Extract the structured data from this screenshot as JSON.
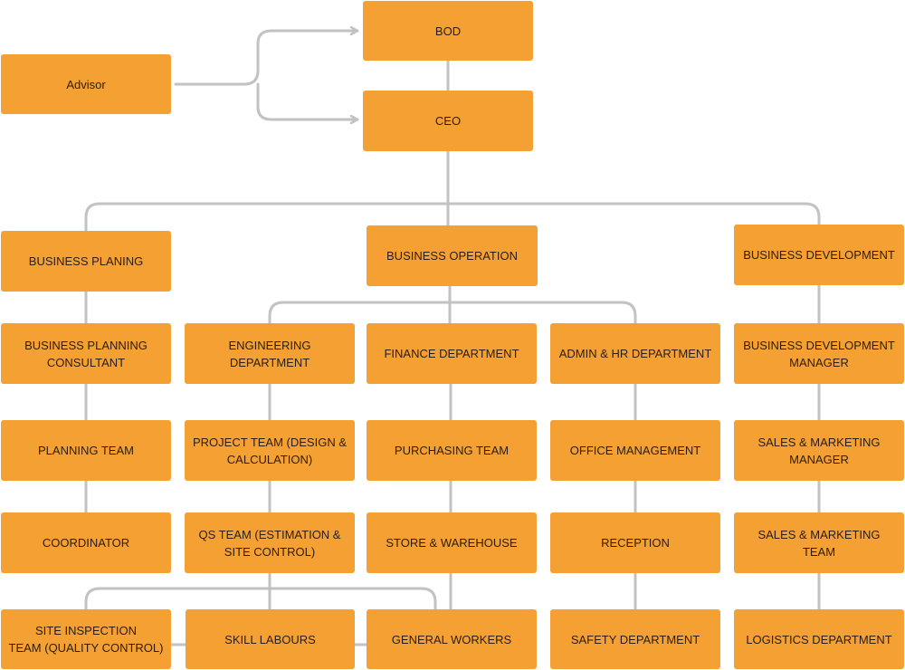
{
  "nodes": {
    "advisor": "Advisor",
    "bod": "BOD",
    "ceo": "CEO",
    "business_planing": "BUSINESS PLANING",
    "business_operation": "BUSINESS OPERATION",
    "business_development": "BUSINESS DEVELOPMENT",
    "business_planning_consultant": "BUSINESS PLANNING\nCONSULTANT",
    "planning_team": "PLANNING TEAM",
    "coordinator": "COORDINATOR",
    "engineering_department": "ENGINEERING DEPARTMENT",
    "finance_department": "FINANCE DEPARTMENT",
    "admin_hr_department": "ADMIN & HR DEPARTMENT",
    "project_team": "PROJECT TEAM (DESIGN &\nCALCULATION)",
    "purchasing_team": "PURCHASING TEAM",
    "office_management": "OFFICE MANAGEMENT",
    "qs_team": "QS TEAM (ESTIMATION &\nSITE CONTROL)",
    "store_warehouse": "STORE & WAREHOUSE",
    "reception": "RECEPTION",
    "business_development_manager": "BUSINESS DEVELOPMENT\nMANAGER",
    "sales_marketing_manager": "SALES & MARKETING\nMANAGER",
    "sales_marketing_team": "SALES & MARKETING TEAM",
    "site_inspection_team": "SITE INSPECTION\nTEAM (QUALITY CONTROL)",
    "skill_labours": "SKILL LABOURS",
    "general_workers": "GENERAL WORKERS",
    "safety_department": "SAFETY DEPARTMENT",
    "logistics_department": "LOGISTICS DEPARTMENT"
  },
  "colors": {
    "node_fill": "#f4a033",
    "connector": "#c2c2c2",
    "text": "#2b1d10"
  }
}
